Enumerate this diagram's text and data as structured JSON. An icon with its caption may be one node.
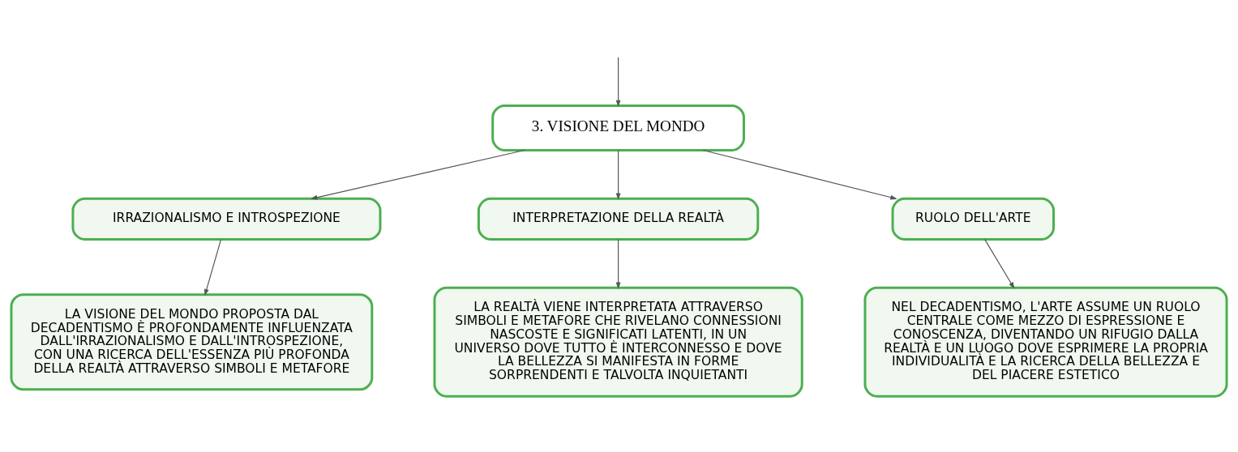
{
  "diagram": {
    "nodes": [
      {
        "text": [
          "3. VISIONE DEL MONDO"
        ]
      },
      {
        "text": [
          "IRRAZIONALISMO E INTROSPEZIONE"
        ]
      },
      {
        "text": [
          "INTERPRETAZIONE DELLA REALTÀ"
        ]
      },
      {
        "text": [
          "RUOLO DELL'ARTE"
        ]
      },
      {
        "text": [
          "LA VISIONE DEL MONDO PROPOSTA DAL DECADENTISMO È PROFONDAMENTE INFLUENZATA DALL'IRRAZIONALISMO E DALL'INTROSPEZIONE, CON UNA RICERCA DELL'ESSENZA PIÙ PROFONDA DELLA REALTÀ ATTRAVERSO SIMBOLI E METAFORE"
        ]
      },
      {
        "text": [
          "LA REALTÀ VIENE INTERPRETATA ATTRAVERSO SIMBOLI E METAFORE CHE RIVELANO CONNESSIONI NASCOSTE E SIGNIFICATI LATENTI, IN UN UNIVERSO DOVE TUTTO È INTERCONNESSO E DOVE LA BELLEZZA SI MANIFESTA IN FORME SORPRENDENTI E TALVOLTA INQUIETANTI"
        ]
      },
      {
        "text": [
          "NEL DECADENTISMO, L'ARTE ASSUME UN RUOLO CENTRALE COME MEZZO DI ESPRESSIONE E CONOSCENZA, DIVENTANDO UN RIFUGIO DALLA REALTÀ E UN LUOGO DOVE ESPRIMERE LA PROPRIA INDIVIDUALITÀ E LA RICERCA DELLA BELLEZZA E DEL PIACERE ESTETICO"
        ]
      }
    ],
    "edges": [
      {
        "from": null,
        "to": 0,
        "arrow": "to"
      },
      {
        "from": 0,
        "to": 1,
        "arrow": "to"
      },
      {
        "from": 0,
        "to": 2,
        "arrow": "to"
      },
      {
        "from": 0,
        "to": 3,
        "arrow": "to"
      },
      {
        "from": 1,
        "to": 4,
        "arrow": "to"
      },
      {
        "from": 2,
        "to": 5,
        "arrow": "to"
      },
      {
        "from": 3,
        "to": 6,
        "arrow": "to"
      }
    ]
  }
}
